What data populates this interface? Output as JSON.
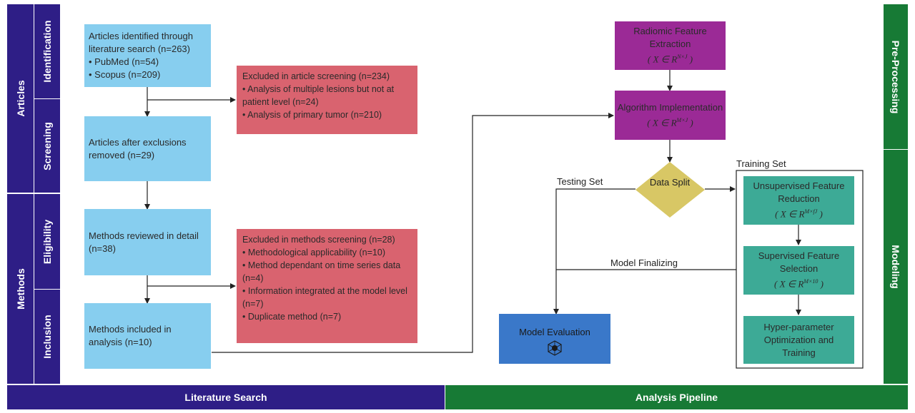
{
  "phases": {
    "articles": "Articles",
    "methods": "Methods",
    "identification": "Identification",
    "screening": "Screening",
    "eligibility": "Eligibility",
    "inclusion": "Inclusion",
    "pre_processing": "Pre-Processing",
    "modeling": "Modeling"
  },
  "footer": {
    "literature_search": "Literature Search",
    "analysis_pipeline": "Analysis Pipeline"
  },
  "literature": {
    "identified": {
      "title": "Articles identified through literature search (n=263)",
      "items": [
        "• PubMed (n=54)",
        "• Scopus (n=209)"
      ]
    },
    "after_exclusions": "Articles after exclusions removed (n=29)",
    "methods_reviewed": "Methods reviewed in detail (n=38)",
    "methods_included": "Methods included in analysis (n=10)",
    "excluded_articles": {
      "title": "Excluded in article screening (n=234)",
      "items": [
        "• Analysis of multiple lesions but not at patient level (n=24)",
        "• Analysis of primary tumor (n=210)"
      ]
    },
    "excluded_methods": {
      "title": "Excluded in methods screening (n=28)",
      "items": [
        "• Methodological applicability (n=10)",
        "• Method dependant on time series data (n=4)",
        "• Information integrated at the model level (n=7)",
        "• Duplicate method (n=7)"
      ]
    }
  },
  "pipeline": {
    "feature_extraction": {
      "title": "Radiomic Feature Extraction",
      "math": "X ∈ R",
      "sup": "N×J"
    },
    "algorithm": {
      "title": "Algorithm Implementation",
      "math": "X ∈ R",
      "sup": "M×J"
    },
    "data_split": "Data Split",
    "testing_set": "Testing Set",
    "training_set": "Training Set",
    "model_finalizing": "Model Finalizing",
    "model_evaluation": "Model Evaluation",
    "unsupervised": {
      "title": "Unsupervised Feature Reduction",
      "math": "X ∈ R",
      "sup": "M×fJ"
    },
    "supervised": {
      "title": "Supervised Feature Selection",
      "math": "X ∈ R",
      "sup": "M×10"
    },
    "hyperparameter": "Hyper-parameter Optimization and Training"
  },
  "colors": {
    "purple_band": "#2e1e86",
    "green_band": "#177a35",
    "blue_box": "#87ceef",
    "red_box": "#d9636f",
    "purple_box": "#9b2a96",
    "teal_box": "#3daa96",
    "diamond": "#d8c765",
    "eval_box": "#3a78c9"
  },
  "icons": {
    "model_evaluation": "network-gear-icon"
  }
}
